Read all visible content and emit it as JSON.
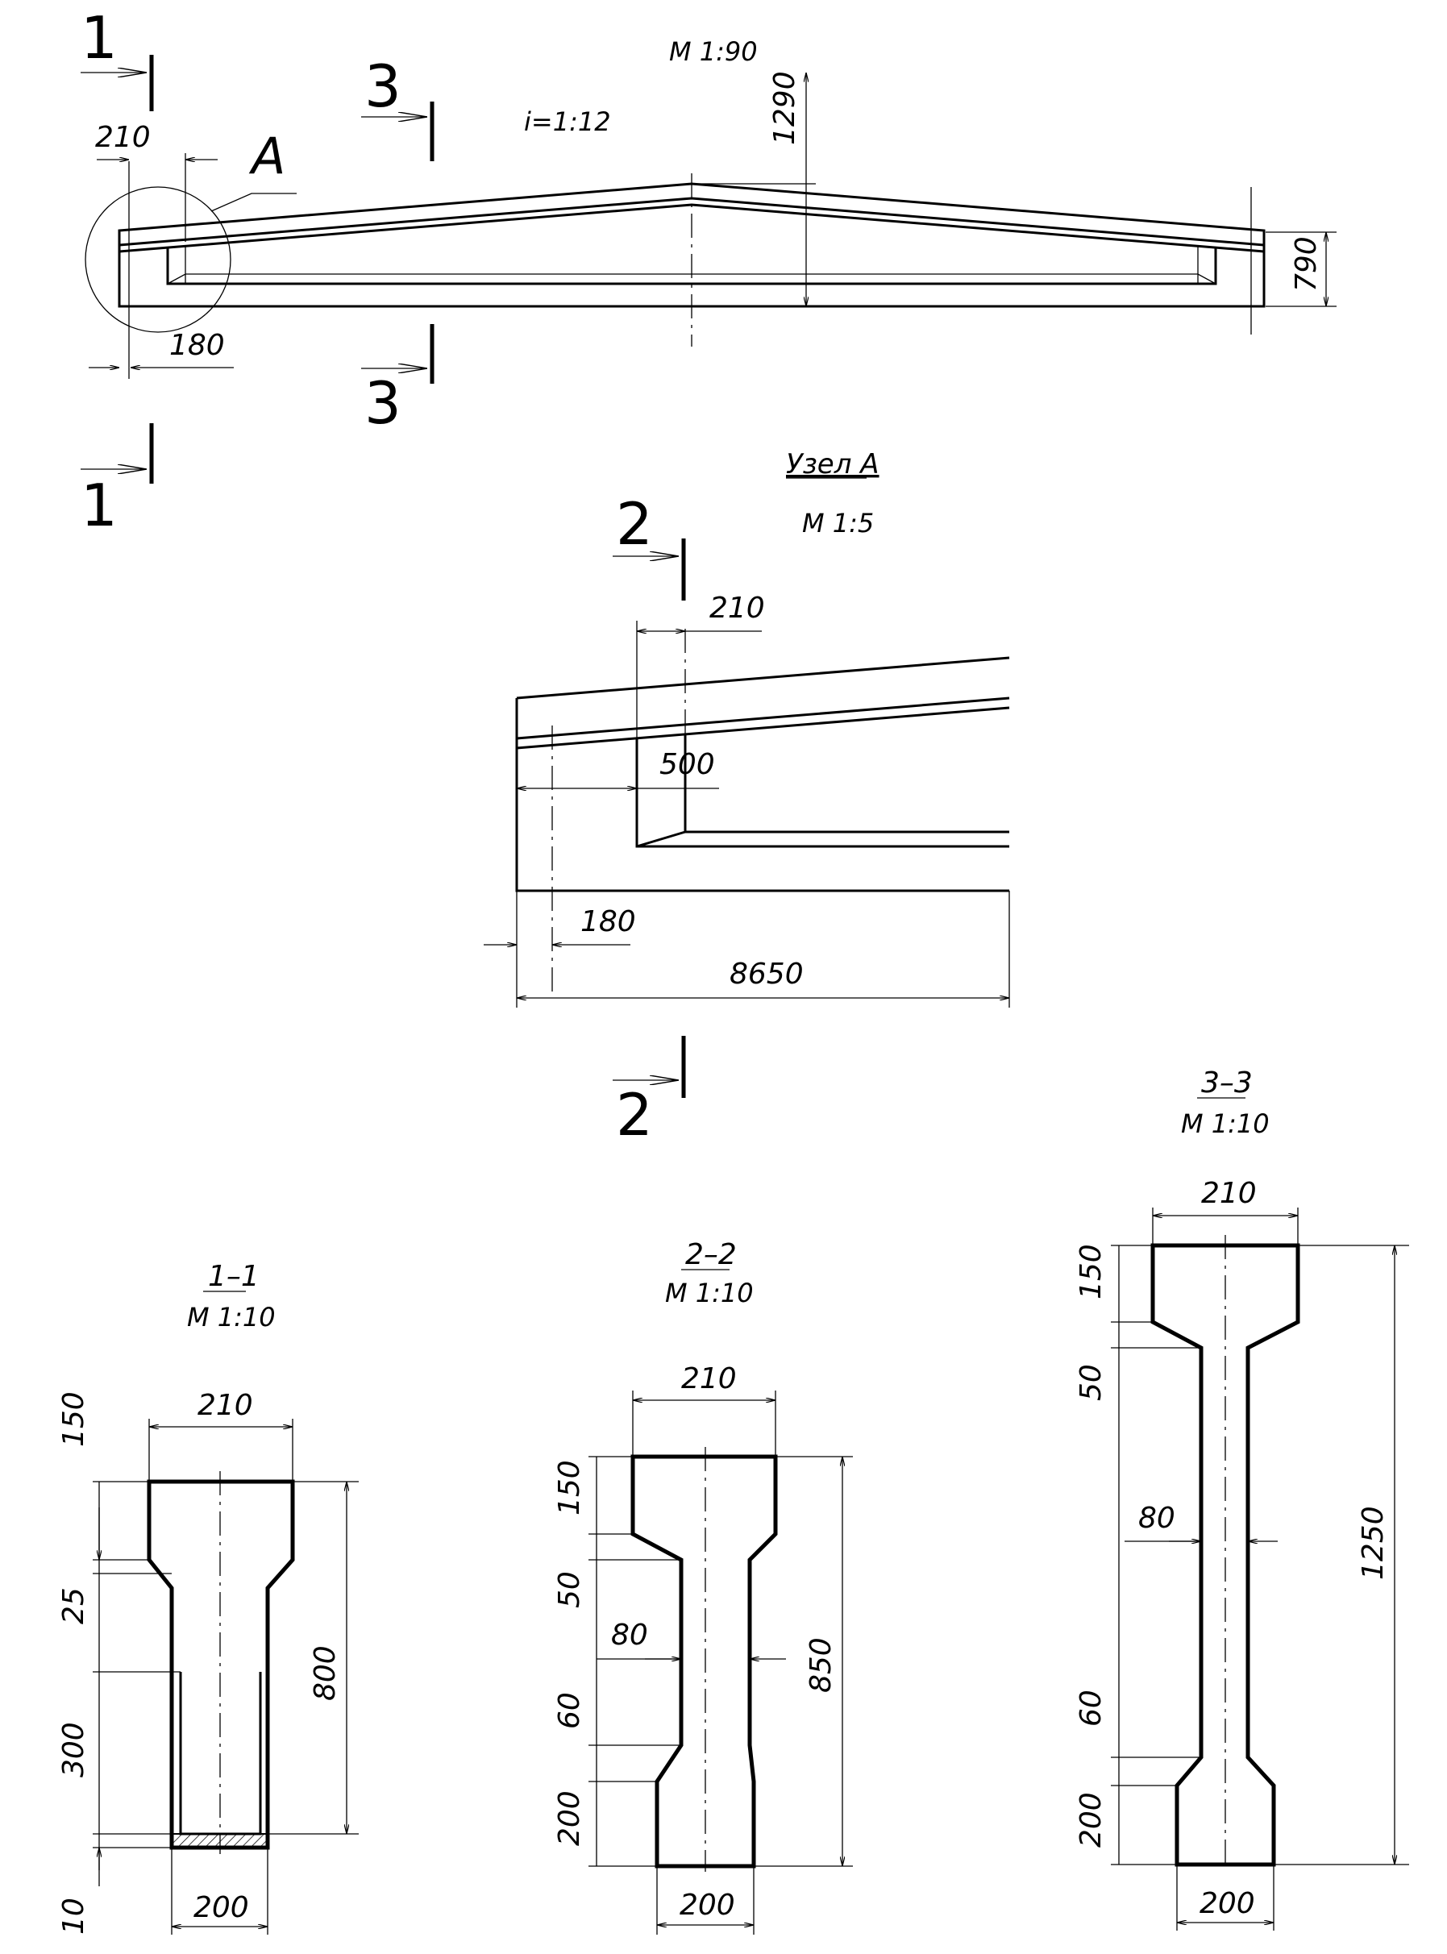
{
  "main_view": {
    "scale": "M 1:90",
    "slope": "i=1:12",
    "dims": {
      "end_width": "210",
      "support": "180",
      "ridge_height": "1290",
      "end_height": "790"
    },
    "node_callout": "A",
    "section_marks": {
      "s1": "1",
      "s3": "3"
    }
  },
  "node_a": {
    "title": "Узел А",
    "scale": "M 1:5",
    "dims": {
      "width": "210",
      "recess": "500",
      "support": "180",
      "length": "8650"
    },
    "section_mark": "2"
  },
  "section_1_1": {
    "title": "1–1",
    "scale": "M 1:10",
    "dims": {
      "top": "210",
      "bottom": "200",
      "h_flange": "150",
      "h_haunch": "25",
      "h_web": "300",
      "h_base": "10",
      "h_total": "800"
    }
  },
  "section_2_2": {
    "title": "2–2",
    "scale": "M 1:10",
    "dims": {
      "top": "210",
      "web": "80",
      "bottom": "200",
      "h_flange": "150",
      "h_haunch": "50",
      "h_haunch2": "60",
      "h_base": "200",
      "h_total": "850"
    }
  },
  "section_3_3": {
    "title": "3–3",
    "scale": "M 1:10",
    "dims": {
      "top": "210",
      "web": "80",
      "bottom": "200",
      "h_flange": "150",
      "h_haunch": "50",
      "h_haunch2": "60",
      "h_base": "200",
      "h_total": "1250"
    }
  }
}
